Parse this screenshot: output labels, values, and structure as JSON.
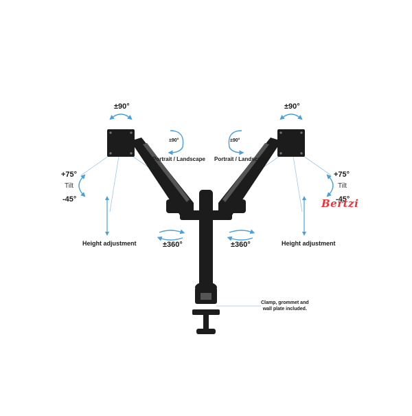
{
  "labels": {
    "rotate_left": "±90°",
    "rotate_right": "±90°",
    "swivel_small_left": "±90°",
    "swivel_small_right": "±90°",
    "portrait_left": "Portrait / Landscape",
    "portrait_right": "Portrait / Landscape",
    "tilt_up_left": "+75°",
    "tilt_up_right": "+75°",
    "tilt_word_left": "Tilt",
    "tilt_word_right": "Tilt",
    "tilt_down_left": "-45°",
    "tilt_down_right": "-45°",
    "height_left": "Height adjustment",
    "height_right": "Height adjustment",
    "rotate360_left": "±360°",
    "rotate360_right": "±360°",
    "clamp_note_line1": "Clamp, grommet and",
    "clamp_note_line2": "wall plate included."
  },
  "watermark": "Bertzi",
  "colors": {
    "arrow_blue": "#4aa0d8",
    "guide_line": "#9fc9e6",
    "mount_black": "#1c1c1c",
    "watermark_red": "#e8353a"
  }
}
